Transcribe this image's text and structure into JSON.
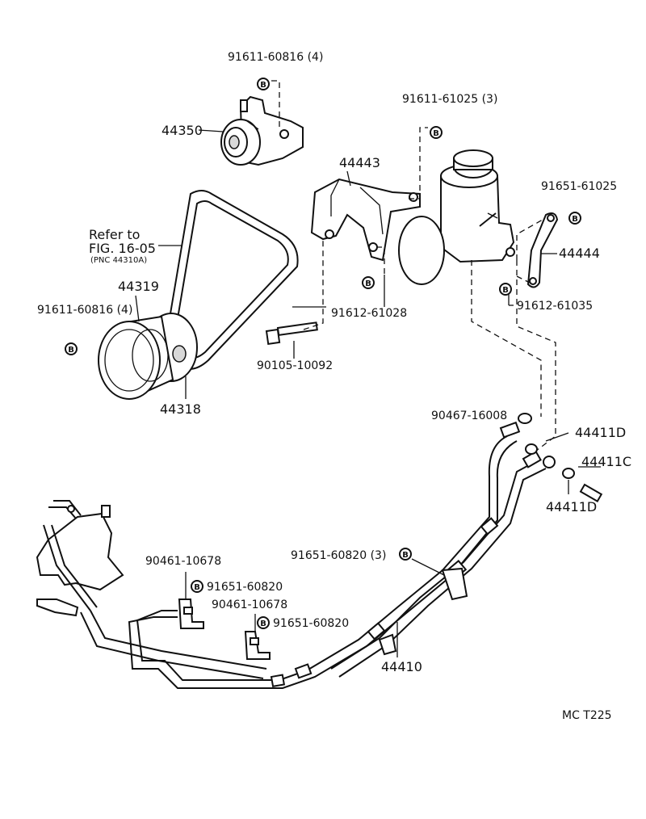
{
  "labels": {
    "bolt_top": "91611-60816 (4)",
    "bolt_pump": "91611-61025 (3)",
    "idler_pulley": "44350",
    "bracket": "44443",
    "refer_to": "Refer to",
    "fig_ref": "FIG. 16-05",
    "pnc_ref": "(PNC 44310A)",
    "pulley_part": "44319",
    "bolt_pulley": "91611-60816 (4)",
    "pump_pulley": "44318",
    "bolt_long": "90105-10092",
    "nut_bracket": "91612-61028",
    "nut_stay": "91612-61035",
    "bolt_stay": "91651-61025",
    "stay": "44444",
    "union_bolt": "90467-16008",
    "gasket_d1": "44411D",
    "union_c": "44411C",
    "gasket_d2": "44411D",
    "clamp_bolts": "91651-60820 (3)",
    "clamp1": "90461-10678",
    "clamp1_bolt": "91651-60820",
    "clamp2": "90461-10678",
    "clamp2_bolt": "91651-60820",
    "hose_assy": "44410",
    "diagram_code": "MC  T225"
  },
  "marker_letter": "B"
}
